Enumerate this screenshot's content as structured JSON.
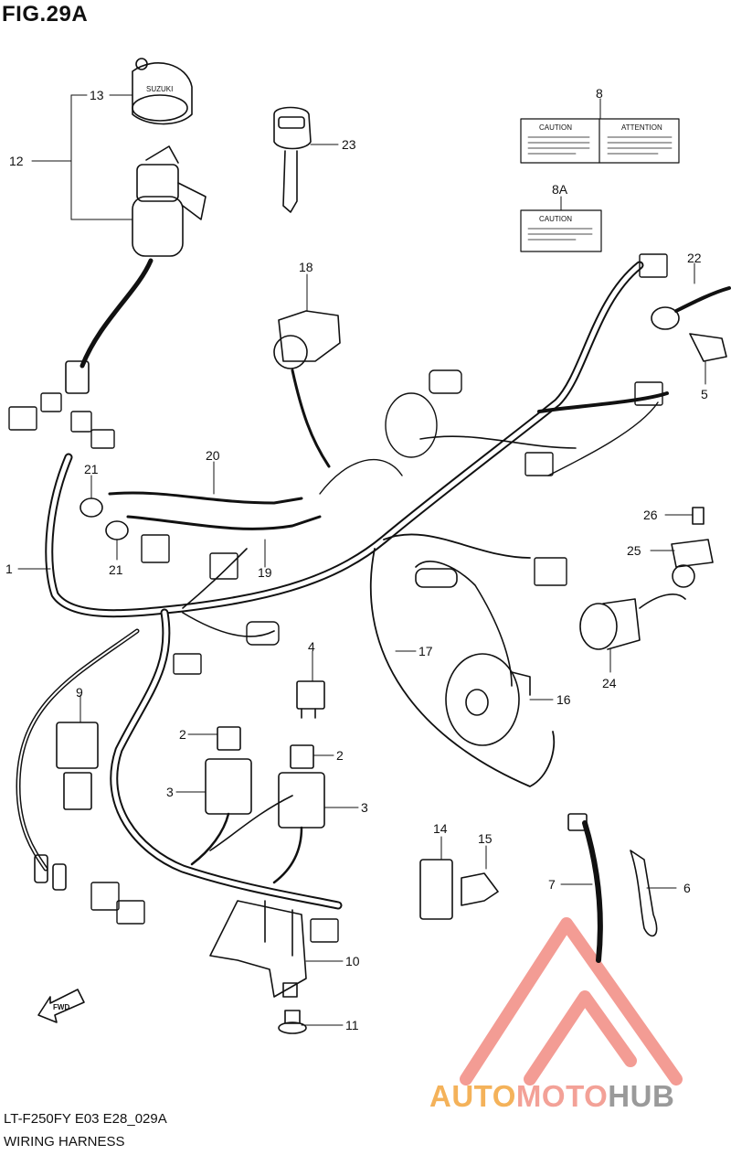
{
  "figure": {
    "title": "FIG.29A",
    "model_code": "LT-F250FY E03 E28_029A",
    "name": "WIRING HARNESS"
  },
  "callouts": [
    "1",
    "2",
    "2",
    "3",
    "3",
    "4",
    "5",
    "6",
    "7",
    "8",
    "8A",
    "9",
    "10",
    "11",
    "12",
    "13",
    "14",
    "15",
    "16",
    "17",
    "18",
    "19",
    "20",
    "21",
    "21",
    "22",
    "23",
    "24",
    "25",
    "26"
  ],
  "labels": {
    "caution": "CAUTION",
    "attention": "ATTENTION",
    "fwd": "FWD",
    "key_brand": "SUZUKI"
  },
  "watermark": {
    "part1": "AUTO",
    "part2": "MOTO",
    "part3": "HUB",
    "color_auto": "#f4b25a",
    "color_moto": "#f3a197",
    "color_hub": "#9a9a9a"
  }
}
